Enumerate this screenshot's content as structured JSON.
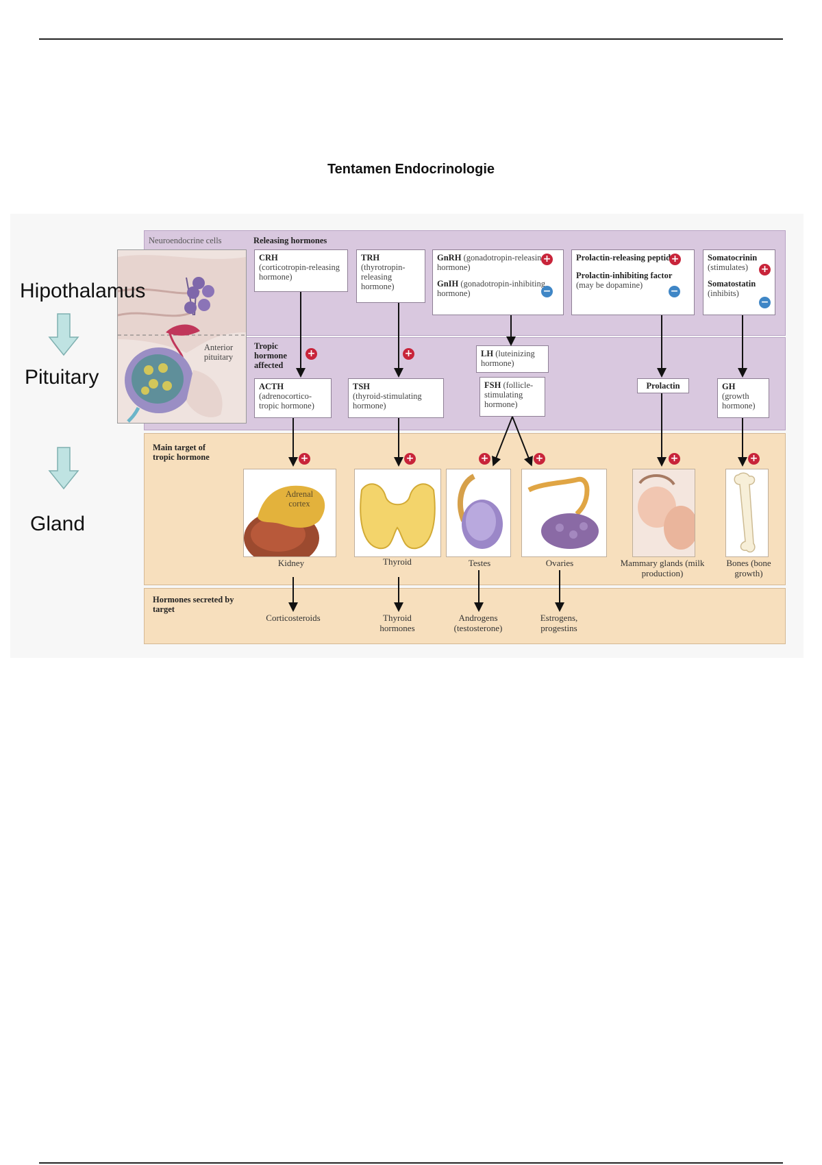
{
  "document": {
    "title": "Tentamen Endocrinologie"
  },
  "side_labels": {
    "hypothalamus": "Hipothalamus",
    "pituitary": "Pituitary",
    "gland": "Gland"
  },
  "figure": {
    "neuroendocrine_cells": "Neuroendocrine cells",
    "releasing_hormones": "Releasing hormones",
    "anterior_pituitary": "Anterior pituitary",
    "tropic_hormone_affected": "Tropic hormone affected",
    "main_target": "Main target of tropic hormone",
    "hormones_secreted": "Hormones secreted by target",
    "adrenal_cortex": "Adrenal cortex",
    "releasing": {
      "crh": {
        "name": "CRH",
        "desc": "(corticotropin-releasing hormone)"
      },
      "trh": {
        "name": "TRH",
        "desc": "(thyrotropin-releasing hormone)"
      },
      "gnrh": {
        "name": "GnRH",
        "desc": "(gonadotropin-releasing hormone)"
      },
      "gnih": {
        "name": "GnIH",
        "desc": "(gonadotropin-inhibiting hormone)"
      },
      "prp": {
        "name": "Prolactin-releasing peptide"
      },
      "pif": {
        "name": "Prolactin-inhibiting factor",
        "desc": "(may be dopamine)"
      },
      "somatocrinin": {
        "name": "Somatocrinin",
        "desc": "(stimulates)"
      },
      "somatostatin": {
        "name": "Somatostatin",
        "desc": "(inhibits)"
      }
    },
    "tropic": {
      "acth": {
        "name": "ACTH",
        "desc": "(adrenocortico-tropic hormone)"
      },
      "tsh": {
        "name": "TSH",
        "desc": "(thyroid-stimulating hormone)"
      },
      "lh": {
        "name": "LH",
        "desc": "(luteinizing hormone)"
      },
      "fsh": {
        "name": "FSH",
        "desc": "(follicle-stimulating hormone)"
      },
      "prolactin": {
        "name": "Prolactin"
      },
      "gh": {
        "name": "GH",
        "desc": "(growth hormone)"
      }
    },
    "targets": {
      "kidney": "Kidney",
      "thyroid": "Thyroid",
      "testes": "Testes",
      "ovaries": "Ovaries",
      "mammary": "Mammary glands (milk production)",
      "bones": "Bones (bone growth)"
    },
    "secreted": {
      "corticosteroids": "Corticosteroids",
      "thyroid_hormones": "Thyroid hormones",
      "androgens": "Androgens (testosterone)",
      "estrogens": "Estrogens, progestins"
    },
    "signs": {
      "plus": "+",
      "minus": "−"
    }
  },
  "colors": {
    "hypothalamus_band": "#d9c8df",
    "target_band": "#f7dfbd",
    "stimulate": "#c8243a",
    "inhibit": "#3f86c6",
    "side_arrow": "#bfe3e2"
  }
}
